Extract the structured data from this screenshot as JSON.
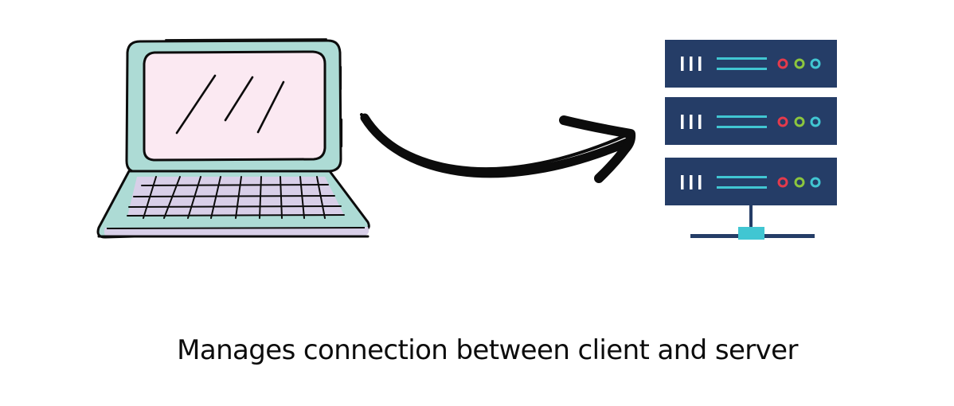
{
  "diagram": {
    "caption": "Manages connection between client and server",
    "nodes": [
      {
        "id": "client",
        "icon": "laptop-icon"
      },
      {
        "id": "server",
        "icon": "server-rack-icon"
      }
    ],
    "edges": [
      {
        "from": "client",
        "to": "server",
        "style": "hand-drawn-curved-arrow"
      }
    ]
  },
  "colors": {
    "laptop_body": "#addbd5",
    "laptop_screen": "#fbe9f2",
    "laptop_keyboard": "#d8cfe8",
    "server_unit": "#253d67",
    "server_lines": "#41c6d2",
    "led_red": "#e43a4c",
    "led_green": "#8cc63e",
    "led_cyan": "#41c6d2",
    "outline": "#0c0c0c"
  }
}
